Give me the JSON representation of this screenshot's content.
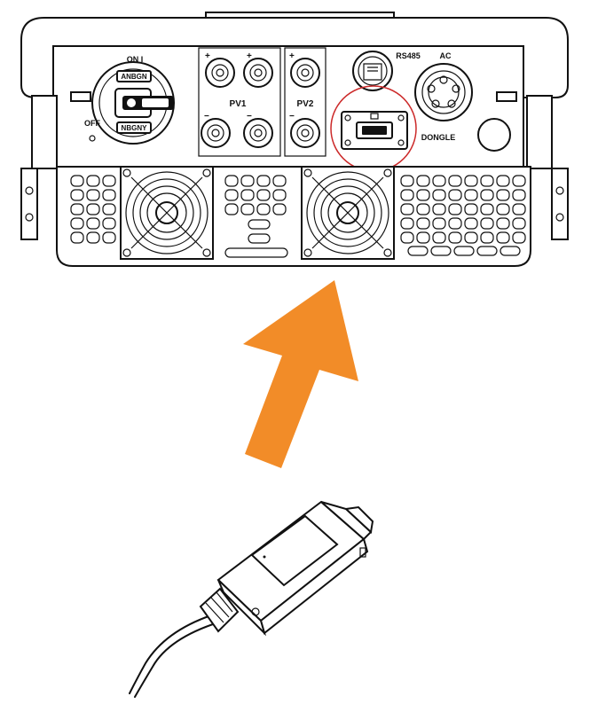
{
  "labels": {
    "switch_on": "ON I",
    "switch_off": "OFF",
    "switch_cap_top": "ANBGN",
    "switch_cap_bottom": "NBGNY",
    "pv1": "PV1",
    "pv2": "PV2",
    "rs485": "RS485",
    "ac": "AC",
    "dongle": "DONGLE",
    "plus": "+",
    "minus": "−"
  },
  "colors": {
    "outline": "#111111",
    "highlight_circle": "#cc2a2a",
    "arrow": "#f28c28",
    "background": "#ffffff"
  }
}
